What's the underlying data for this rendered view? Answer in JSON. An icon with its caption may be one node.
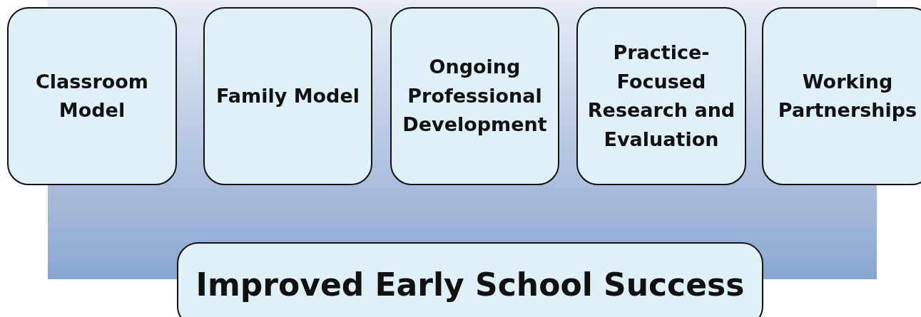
{
  "diagram": {
    "nodes": [
      {
        "text": [
          "Classroom Model"
        ]
      },
      {
        "text": [
          "Family Model"
        ]
      },
      {
        "text": [
          "Ongoing Professional Development"
        ]
      },
      {
        "text": [
          "Practice-Focused Research and Evaluation"
        ]
      },
      {
        "text": [
          "Working Partnerships"
        ]
      },
      {
        "text": [
          "Improved Early School Success"
        ]
      }
    ]
  }
}
